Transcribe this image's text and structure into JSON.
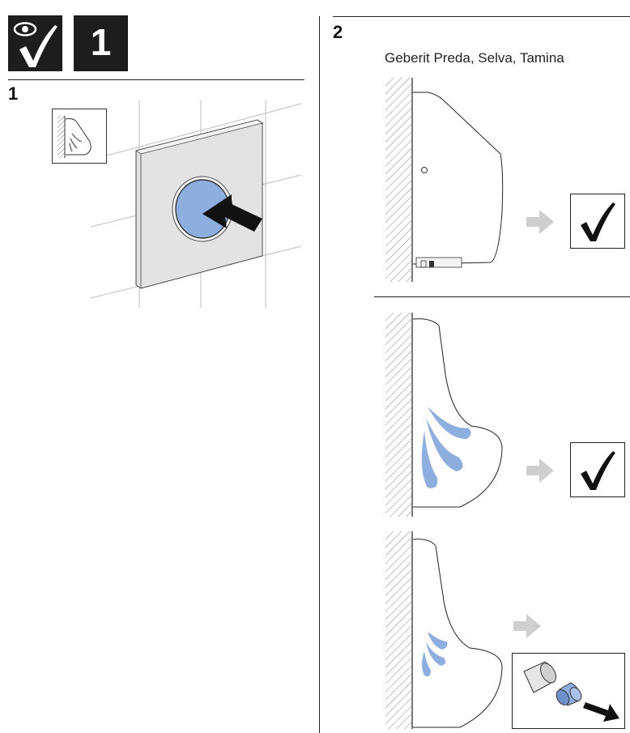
{
  "header": {
    "icon_eye": "eye-icon",
    "icon_check": "check-icon",
    "step_badge": "1"
  },
  "section1": {
    "number": "1",
    "illustration": "flush-plate-press-button",
    "thumbnail": "urinal-thumbnail"
  },
  "section2": {
    "number": "2",
    "models_label": "Geberit Preda, Selva, Tamina",
    "panels": [
      {
        "name": "urinal-sensor-rinse",
        "result": "check-icon"
      },
      {
        "name": "urinal-flush-spray",
        "result": "check-icon"
      },
      {
        "name": "urinal-weak-flush",
        "result": "detail-nozzle-remove"
      }
    ]
  },
  "colors": {
    "accent_blue": "#8faee0",
    "arrow_gray": "#cfcfcf",
    "plate_gray": "#e3e3e3",
    "dark": "#1d1d1d"
  }
}
